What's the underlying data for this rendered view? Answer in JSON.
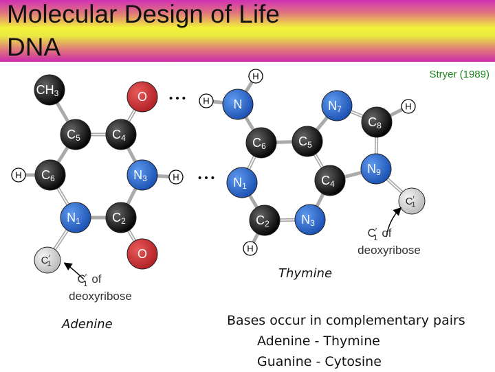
{
  "title": {
    "line1": "Molecular Design of Life",
    "line2": "DNA"
  },
  "citation": "Stryer (1989)",
  "molecule_names": {
    "left": "Adenine",
    "right": "Thymine"
  },
  "atoms": {
    "ch3": {
      "main": "CH",
      "sub": "3"
    },
    "c5_left": {
      "main": "C",
      "sub": "5"
    },
    "c4_left": {
      "main": "C",
      "sub": "4"
    },
    "o_top": {
      "main": "O",
      "sub": ""
    },
    "c6_left": {
      "main": "C",
      "sub": "6"
    },
    "n3_left": {
      "main": "N",
      "sub": "3"
    },
    "n1_left": {
      "main": "N",
      "sub": "1"
    },
    "c2_left": {
      "main": "C",
      "sub": "2"
    },
    "o_bottom": {
      "main": "O",
      "sub": ""
    },
    "n_amino": {
      "main": "N",
      "sub": ""
    },
    "c6_right": {
      "main": "C",
      "sub": "6"
    },
    "c5_right": {
      "main": "C",
      "sub": "5"
    },
    "n7_right": {
      "main": "N",
      "sub": "7"
    },
    "c8_right": {
      "main": "C",
      "sub": "8"
    },
    "n9_right": {
      "main": "N",
      "sub": "9"
    },
    "c4_right": {
      "main": "C",
      "sub": "4"
    },
    "n1_right": {
      "main": "N",
      "sub": "1"
    },
    "c2_right": {
      "main": "C",
      "sub": "2"
    },
    "n3_right": {
      "main": "N",
      "sub": "3"
    }
  },
  "hydrogen": "H",
  "c1_prime": {
    "main": "C",
    "sub": "1",
    "prime": "′"
  },
  "deoxyribose": {
    "of": "of",
    "word": "deoxyribose"
  },
  "hbond_dots": "• • •",
  "notes": {
    "heading": "Bases occur in complementary pairs",
    "pair1": "Adenine - Thymine",
    "pair2": "Guanine - Cytosine"
  },
  "colors": {
    "carbon": "#000000",
    "nitrogen": "#1a5fc8",
    "oxygen": "#c0252a",
    "hydrogen": "#ffffff",
    "sugar": "#d9d9d9",
    "citation": "#1c8a1c"
  }
}
